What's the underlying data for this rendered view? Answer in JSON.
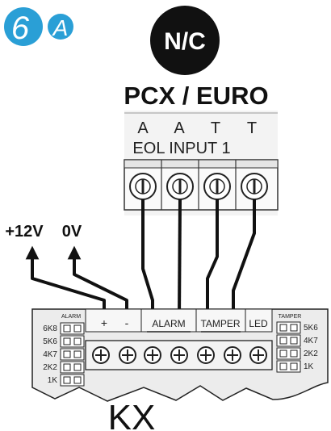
{
  "badge": {
    "number": "6",
    "letter": "A",
    "color": "#2a9fd6"
  },
  "nc_label": "N/C",
  "panel_title": "PCX / EURO",
  "panel_terminals": [
    "A",
    "A",
    "T",
    "T"
  ],
  "panel_caption": "EOL INPUT 1",
  "power": {
    "positive": "+12V",
    "zero": "0V"
  },
  "kx": {
    "name": "KX",
    "terminal_labels": {
      "plus": "+",
      "minus": "-",
      "alarm": "ALARM",
      "tamper": "TAMPER",
      "led": "LED"
    },
    "alarm_header": "ALARM",
    "tamper_header": "TAMPER",
    "alarm_values": [
      "6K8",
      "5K6",
      "4K7",
      "2K2",
      "1K"
    ],
    "tamper_values": [
      "5K6",
      "4K7",
      "2K2",
      "1K"
    ]
  }
}
